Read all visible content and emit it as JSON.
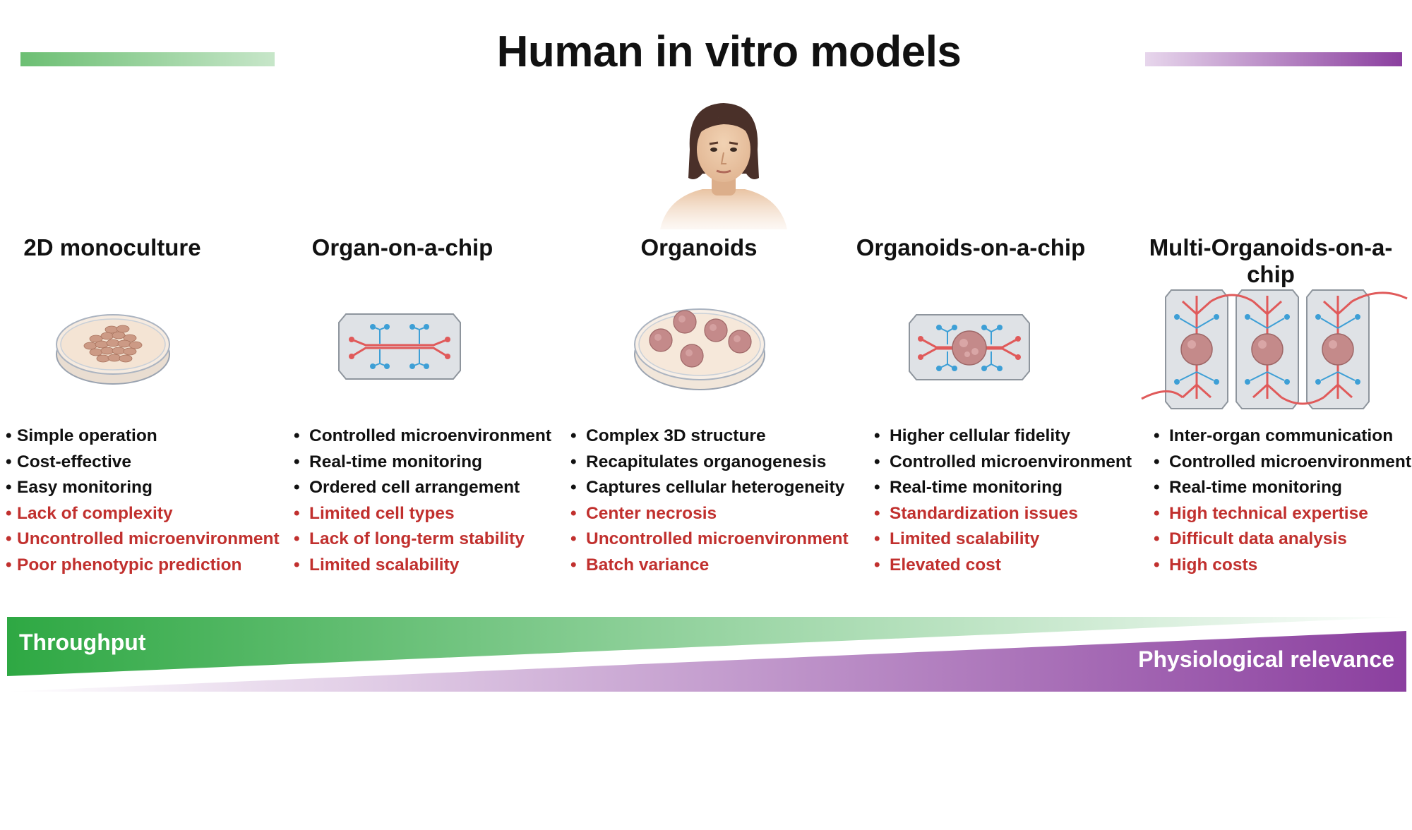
{
  "title": "Human in vitro models",
  "colors": {
    "pro_text": "#111111",
    "con_text": "#c1302e",
    "green_accent": "#2ea843",
    "purple_accent": "#8b3f9f"
  },
  "models": [
    {
      "name": "2D monoculture",
      "icon": "petri-dish-monolayer-icon",
      "pros": [
        "Simple operation",
        "Cost-effective",
        "Easy monitoring"
      ],
      "cons": [
        "Lack of complexity",
        "Uncontrolled microenvironment",
        "Poor phenotypic prediction"
      ]
    },
    {
      "name": "Organ-on-a-chip",
      "icon": "microfluidic-chip-icon",
      "pros": [
        "Controlled microenvironment",
        "Real-time monitoring",
        "Ordered cell arrangement"
      ],
      "cons": [
        "Limited cell types",
        "Lack of long-term stability",
        "Limited scalability"
      ]
    },
    {
      "name": "Organoids",
      "icon": "petri-dish-organoids-icon",
      "pros": [
        "Complex 3D structure",
        "Recapitulates organogenesis",
        "Captures cellular heterogeneity"
      ],
      "cons": [
        "Center necrosis",
        "Uncontrolled microenvironment",
        "Batch variance"
      ]
    },
    {
      "name": "Organoids-on-a-chip",
      "icon": "organoid-chip-icon",
      "pros": [
        "Higher cellular fidelity",
        "Controlled microenvironment",
        "Real-time monitoring"
      ],
      "cons": [
        "Standardization issues",
        "Limited scalability",
        "Elevated cost"
      ]
    },
    {
      "name": "Multi-Organoids-on-a-chip",
      "icon": "multi-organoid-chip-icon",
      "pros": [
        "Inter-organ communication",
        "Controlled microenvironment",
        "Real-time monitoring"
      ],
      "cons": [
        "High technical expertise",
        "Difficult data analysis",
        "High costs"
      ]
    }
  ],
  "gradient_labels": {
    "left": "Throughput",
    "right": "Physiological relevance"
  }
}
